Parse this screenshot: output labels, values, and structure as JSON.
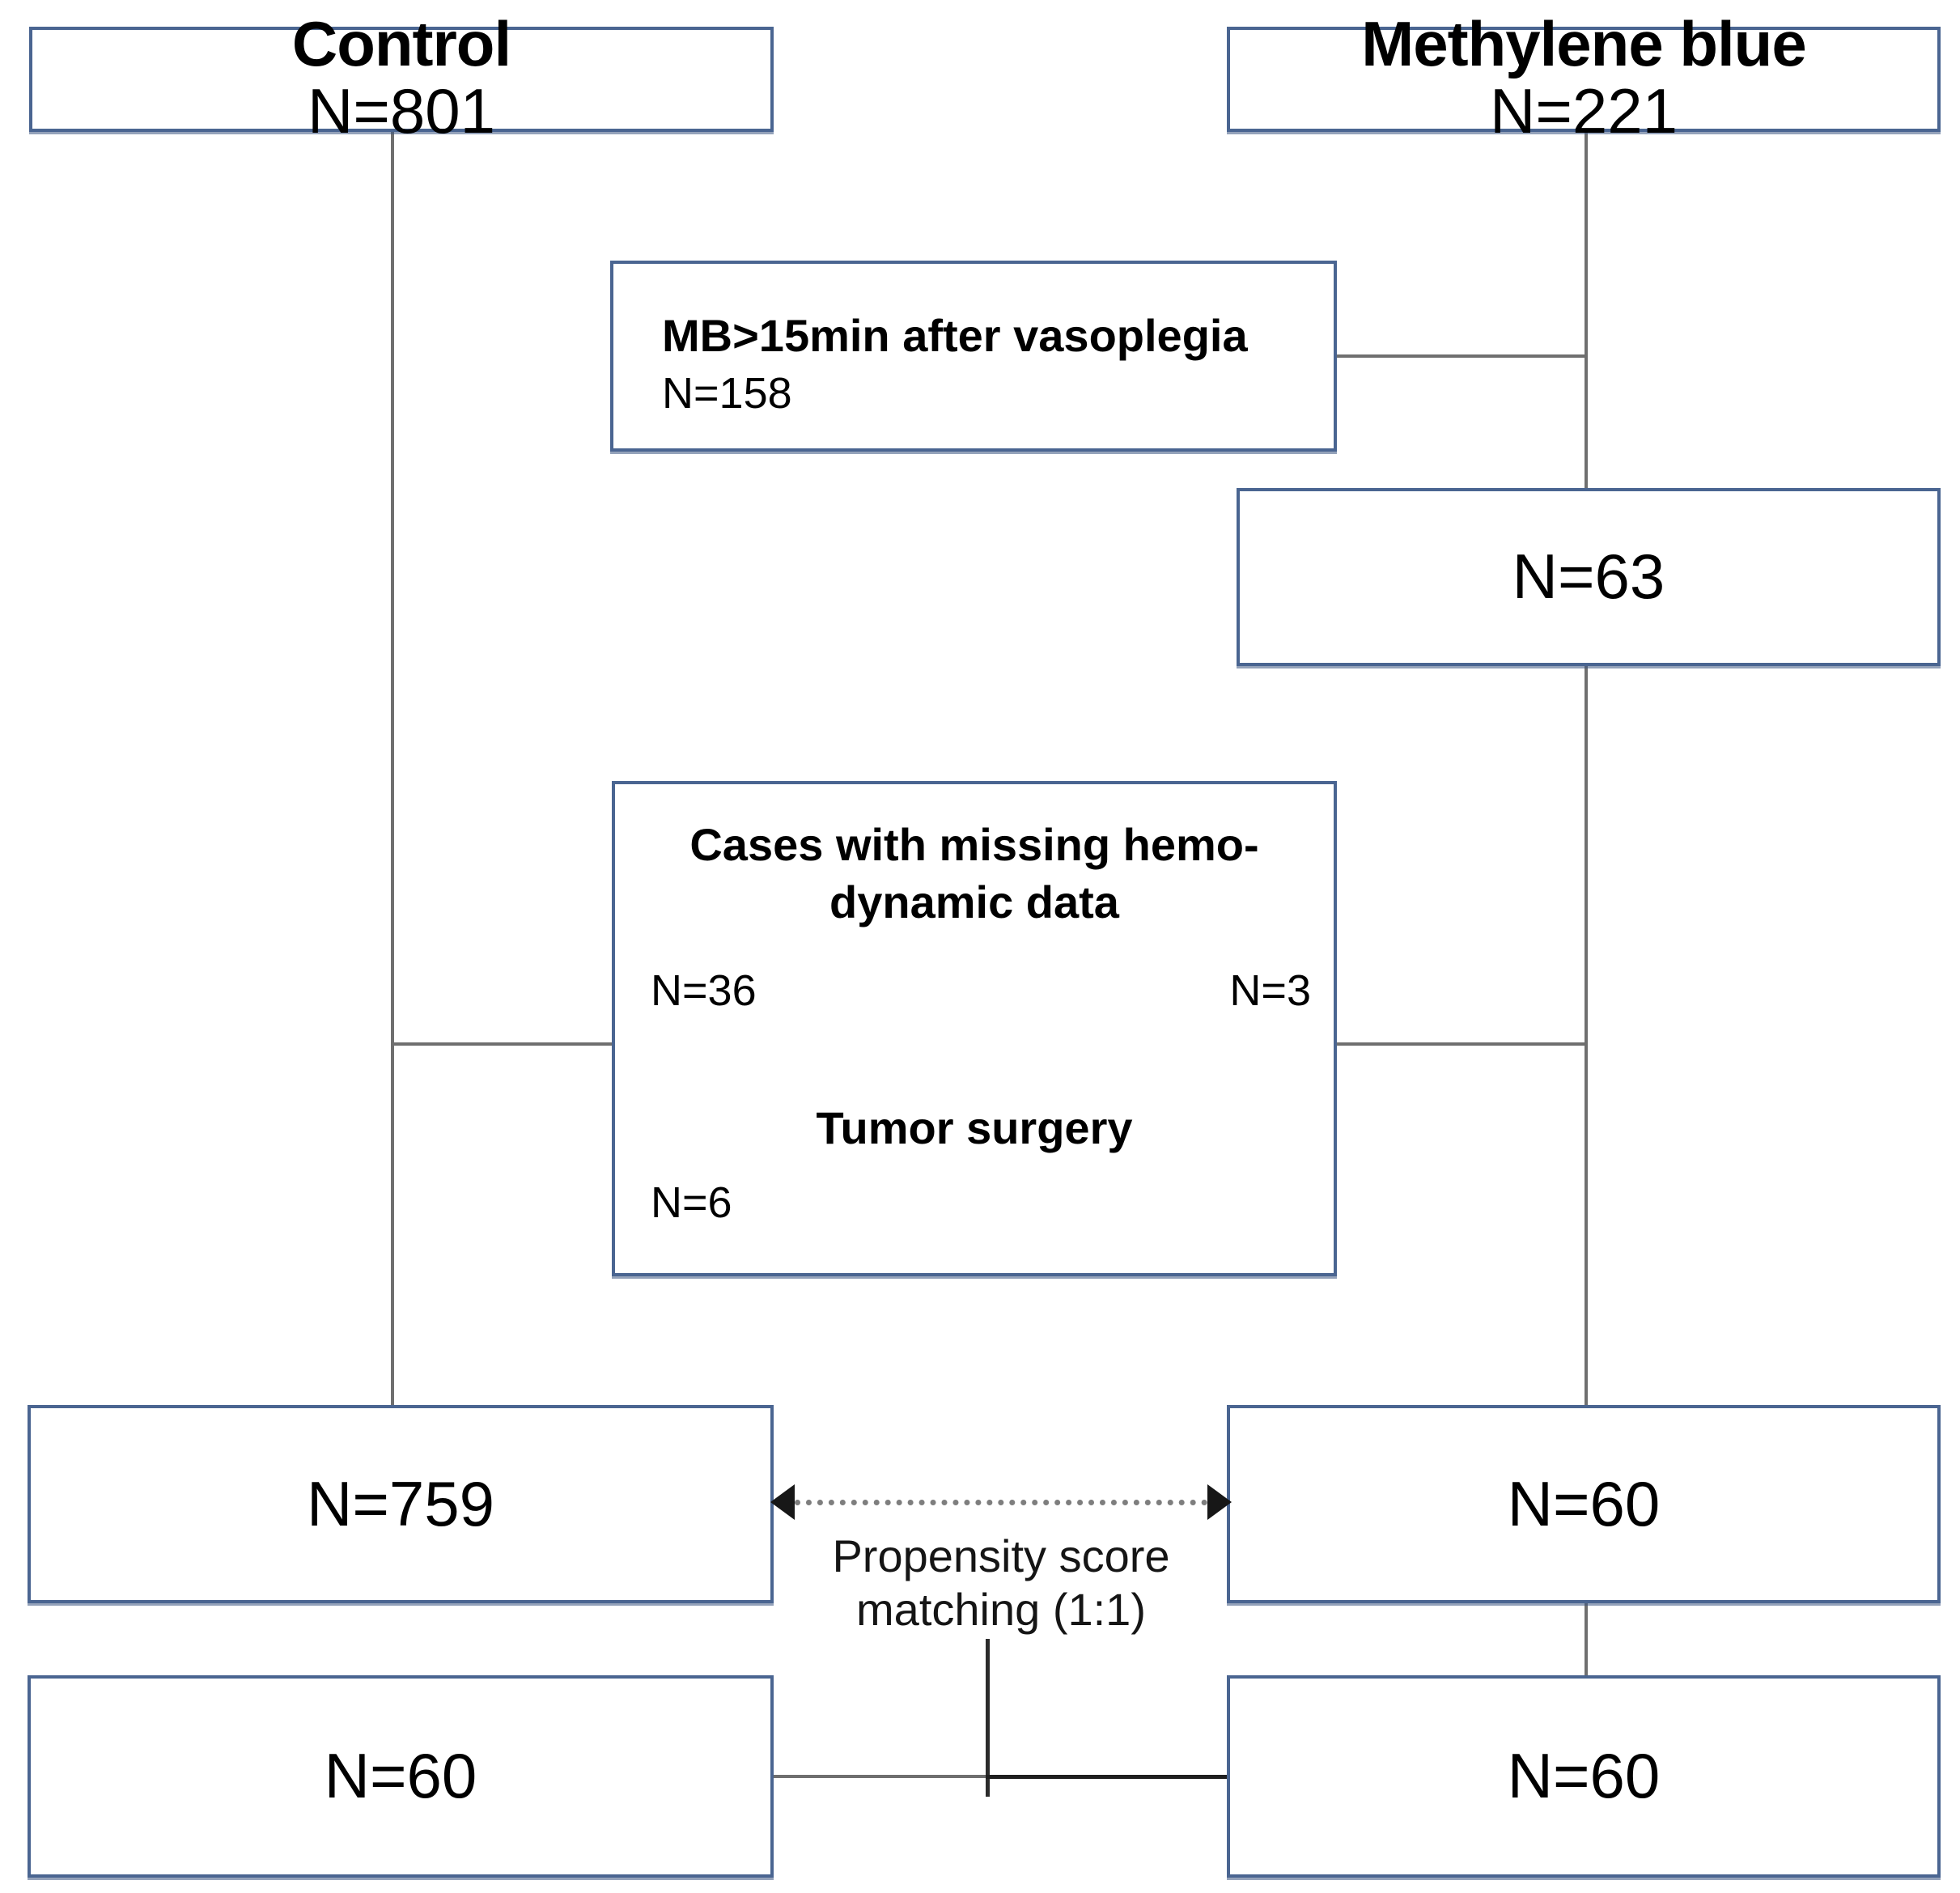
{
  "diagram": {
    "type": "study-flow-chart",
    "arms": {
      "control": {
        "label": "Control",
        "n_label": "N=801"
      },
      "treatment": {
        "label": "Methylene blue",
        "n_label": "N=221"
      }
    },
    "exclusions": {
      "mb_timing": {
        "criterion": "MB>15min after vasoplegia",
        "n_label": "N=158"
      },
      "treatment_remaining": {
        "n_label": "N=63"
      },
      "combined": {
        "reason_1": "Cases with missing hemo-",
        "reason_1_cont": "dynamic data",
        "reason_1_control_n": "N=36",
        "reason_1_treatment_n": "N=3",
        "reason_2": "Tumor surgery",
        "reason_2_control_n": "N=6"
      }
    },
    "eligible": {
      "control_n_label": "N=759",
      "treatment_n_label": "N=60"
    },
    "matching": {
      "line_1": "Propensity score",
      "line_2": "matching (1:1)"
    },
    "matched": {
      "control_n_label": "N=60",
      "treatment_n_label": "N=60"
    },
    "colors": {
      "box_border": "#4a6591",
      "connector": "#6f6f6f",
      "connector_dark": "#1f1f1f",
      "text": "#000000",
      "background": "#ffffff"
    }
  }
}
